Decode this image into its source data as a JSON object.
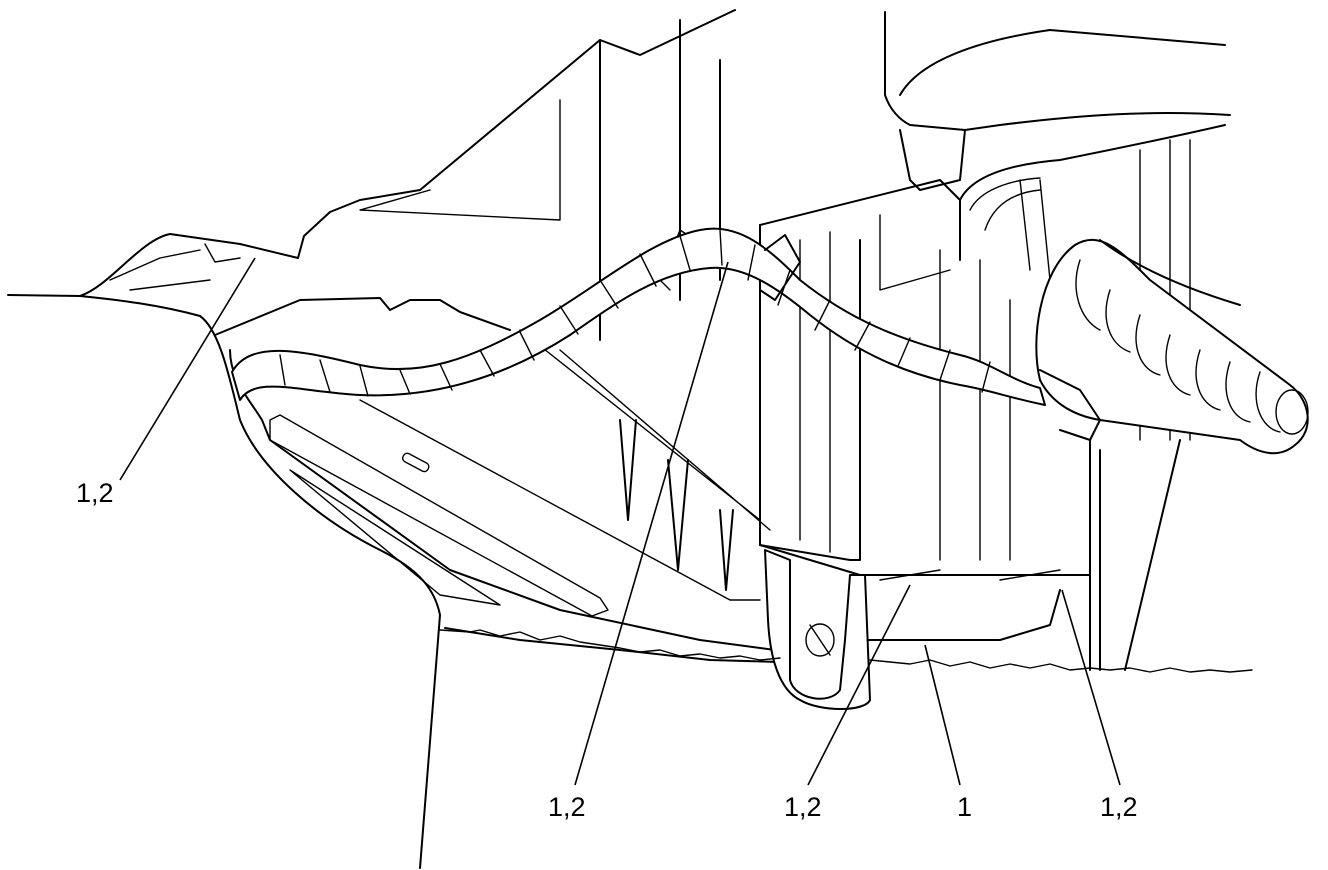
{
  "callouts": {
    "left": "1,2",
    "center_left": "1,2",
    "center_right": "1,2",
    "one": "1",
    "right": "1,2"
  }
}
